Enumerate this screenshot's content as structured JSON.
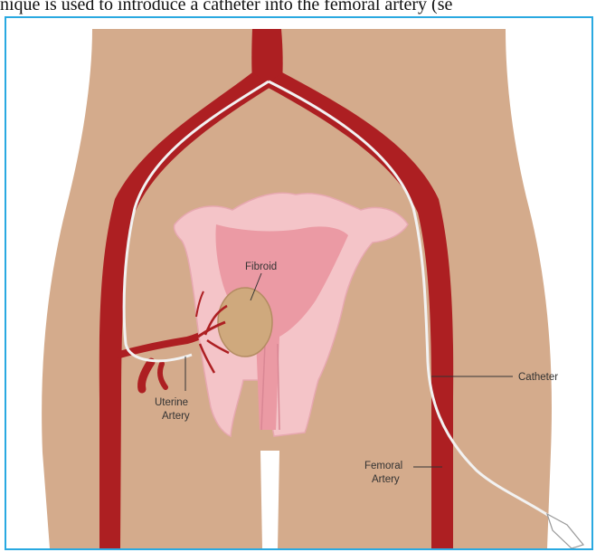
{
  "caption": {
    "text": "nique is used to introduce a catheter into the femoral artery (se"
  },
  "diagram": {
    "labels": {
      "fibroid": "Fibroid",
      "uterine_artery_line1": "Uterine",
      "uterine_artery_line2": "Artery",
      "catheter": "Catheter",
      "femoral_artery_line1": "Femoral",
      "femoral_artery_line2": "Artery"
    },
    "colors": {
      "frame": "#29a9e1",
      "skin": "#d4ab8c",
      "artery": "#ad1f22",
      "uterus": "#f4c4c8",
      "uterus_cavity": "#eb9aa4",
      "fibroid": "#cfa97d",
      "catheter": "#f2f2f2"
    }
  }
}
